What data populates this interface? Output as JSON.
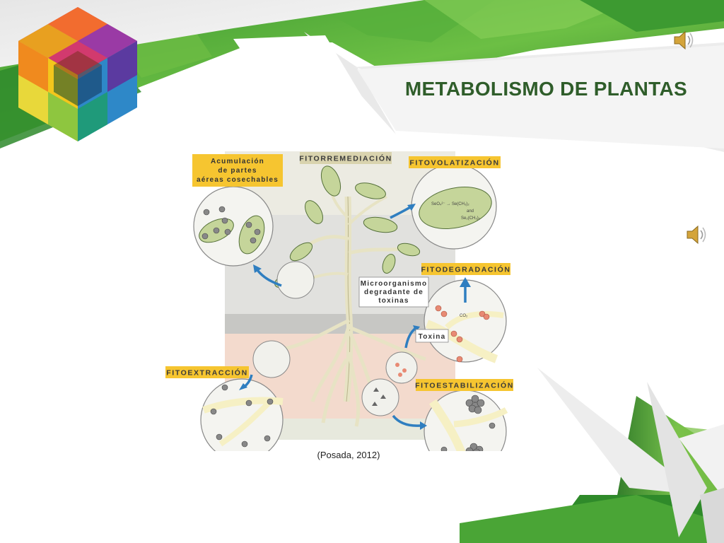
{
  "slide": {
    "title": "METABOLISMO DE PLANTAS",
    "caption": "(Posada, 2012)"
  },
  "diagram": {
    "labels": {
      "fitorremediacion": "FITORREMEDIACIÓN",
      "acumulacion_1": "Acumulación",
      "acumulacion_2": "de partes",
      "acumulacion_3": "aéreas cosechables",
      "fitovolatizacion": "FITOVOLATIZACIÓN",
      "fitodegradacion": "FITODEGRADACIÓN",
      "fitoextraccion": "FITOEXTRACCIÓN",
      "fitoestabilizacion": "FITOESTABILIZACIÓN",
      "microorganismo_1": "Microorganismo",
      "microorganismo_2": "degradante de",
      "microorganismo_3": "toxinas",
      "toxina": "Toxina",
      "co2": "CO₂",
      "vol_formula_1": "SeO₄²⁻ → Se(CH₃)₂",
      "vol_formula_2": "and",
      "vol_formula_3": "Se₂(CH₃)₂"
    }
  },
  "icons": {
    "speaker_top": "speaker-icon",
    "speaker_mid": "speaker-icon"
  },
  "colors": {
    "title": "#2f5d2a",
    "green_dark": "#2f7d2e",
    "green_light": "#7cc24a",
    "label_bg": "#f6c530"
  }
}
